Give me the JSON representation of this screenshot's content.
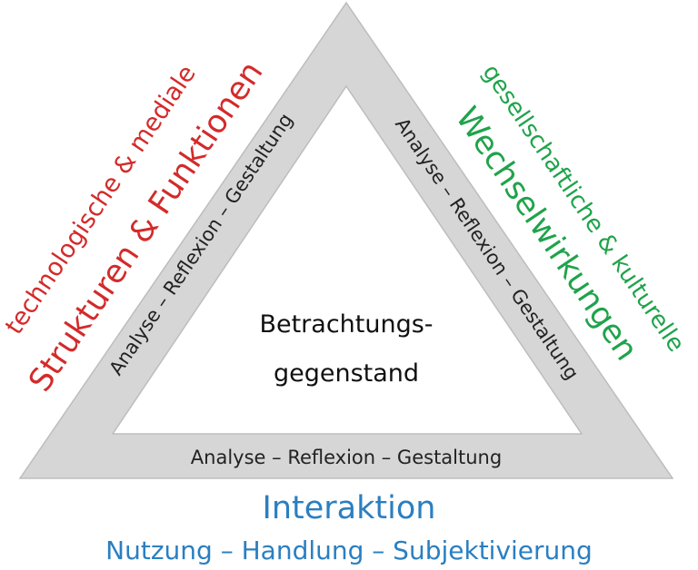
{
  "colors": {
    "triangle_fill": "#d6d6d6",
    "triangle_stroke": "#bdbdbd",
    "red": "#d42a2a",
    "green": "#1fa34a",
    "blue": "#2a7fc1"
  },
  "center": {
    "line1": "Betrachtungs-",
    "line2": "gegenstand"
  },
  "edges": {
    "left": "Analyse – Reflexion – Gestaltung",
    "right": "Analyse – Reflexion – Gestaltung",
    "bottom": "Analyse – Reflexion – Gestaltung"
  },
  "left_side": {
    "small": "technologische & mediale",
    "big": "Strukturen & Funktionen"
  },
  "right_side": {
    "small": "gesellschaftliche & kulturelle",
    "big": "Wechselwirkungen"
  },
  "bottom": {
    "big": "Interaktion",
    "small": "Nutzung – Handlung – Subjektivierung"
  }
}
